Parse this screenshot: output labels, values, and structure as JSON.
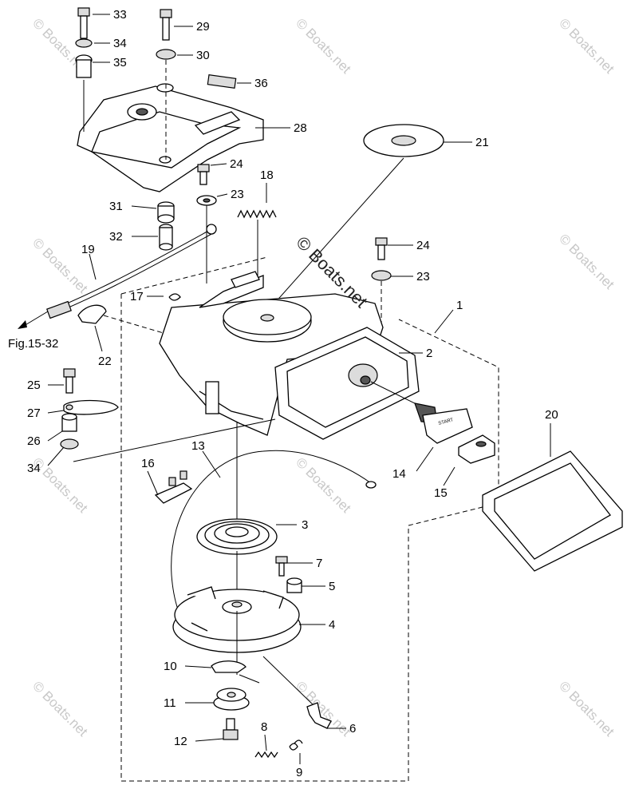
{
  "watermark_text": "© Boats.net",
  "copyright_overlay": "© Boats.net",
  "reference_label": "Fig.15-32",
  "callouts": {
    "c1": "1",
    "c2": "2",
    "c3": "3",
    "c4": "4",
    "c5": "5",
    "c6": "6",
    "c7": "7",
    "c8": "8",
    "c9": "9",
    "c10": "10",
    "c11": "11",
    "c12": "12",
    "c13": "13",
    "c14": "14",
    "c15": "15",
    "c16": "16",
    "c17": "17",
    "c18": "18",
    "c19": "19",
    "c20": "20",
    "c21": "21",
    "c22": "22",
    "c23a": "23",
    "c23b": "23",
    "c24a": "24",
    "c24b": "24",
    "c25": "25",
    "c26": "26",
    "c27": "27",
    "c28": "28",
    "c29": "29",
    "c30": "30",
    "c31": "31",
    "c32": "32",
    "c33": "33",
    "c34a": "34",
    "c34b": "34",
    "c35": "35",
    "c36": "36"
  },
  "handle_text": "START"
}
